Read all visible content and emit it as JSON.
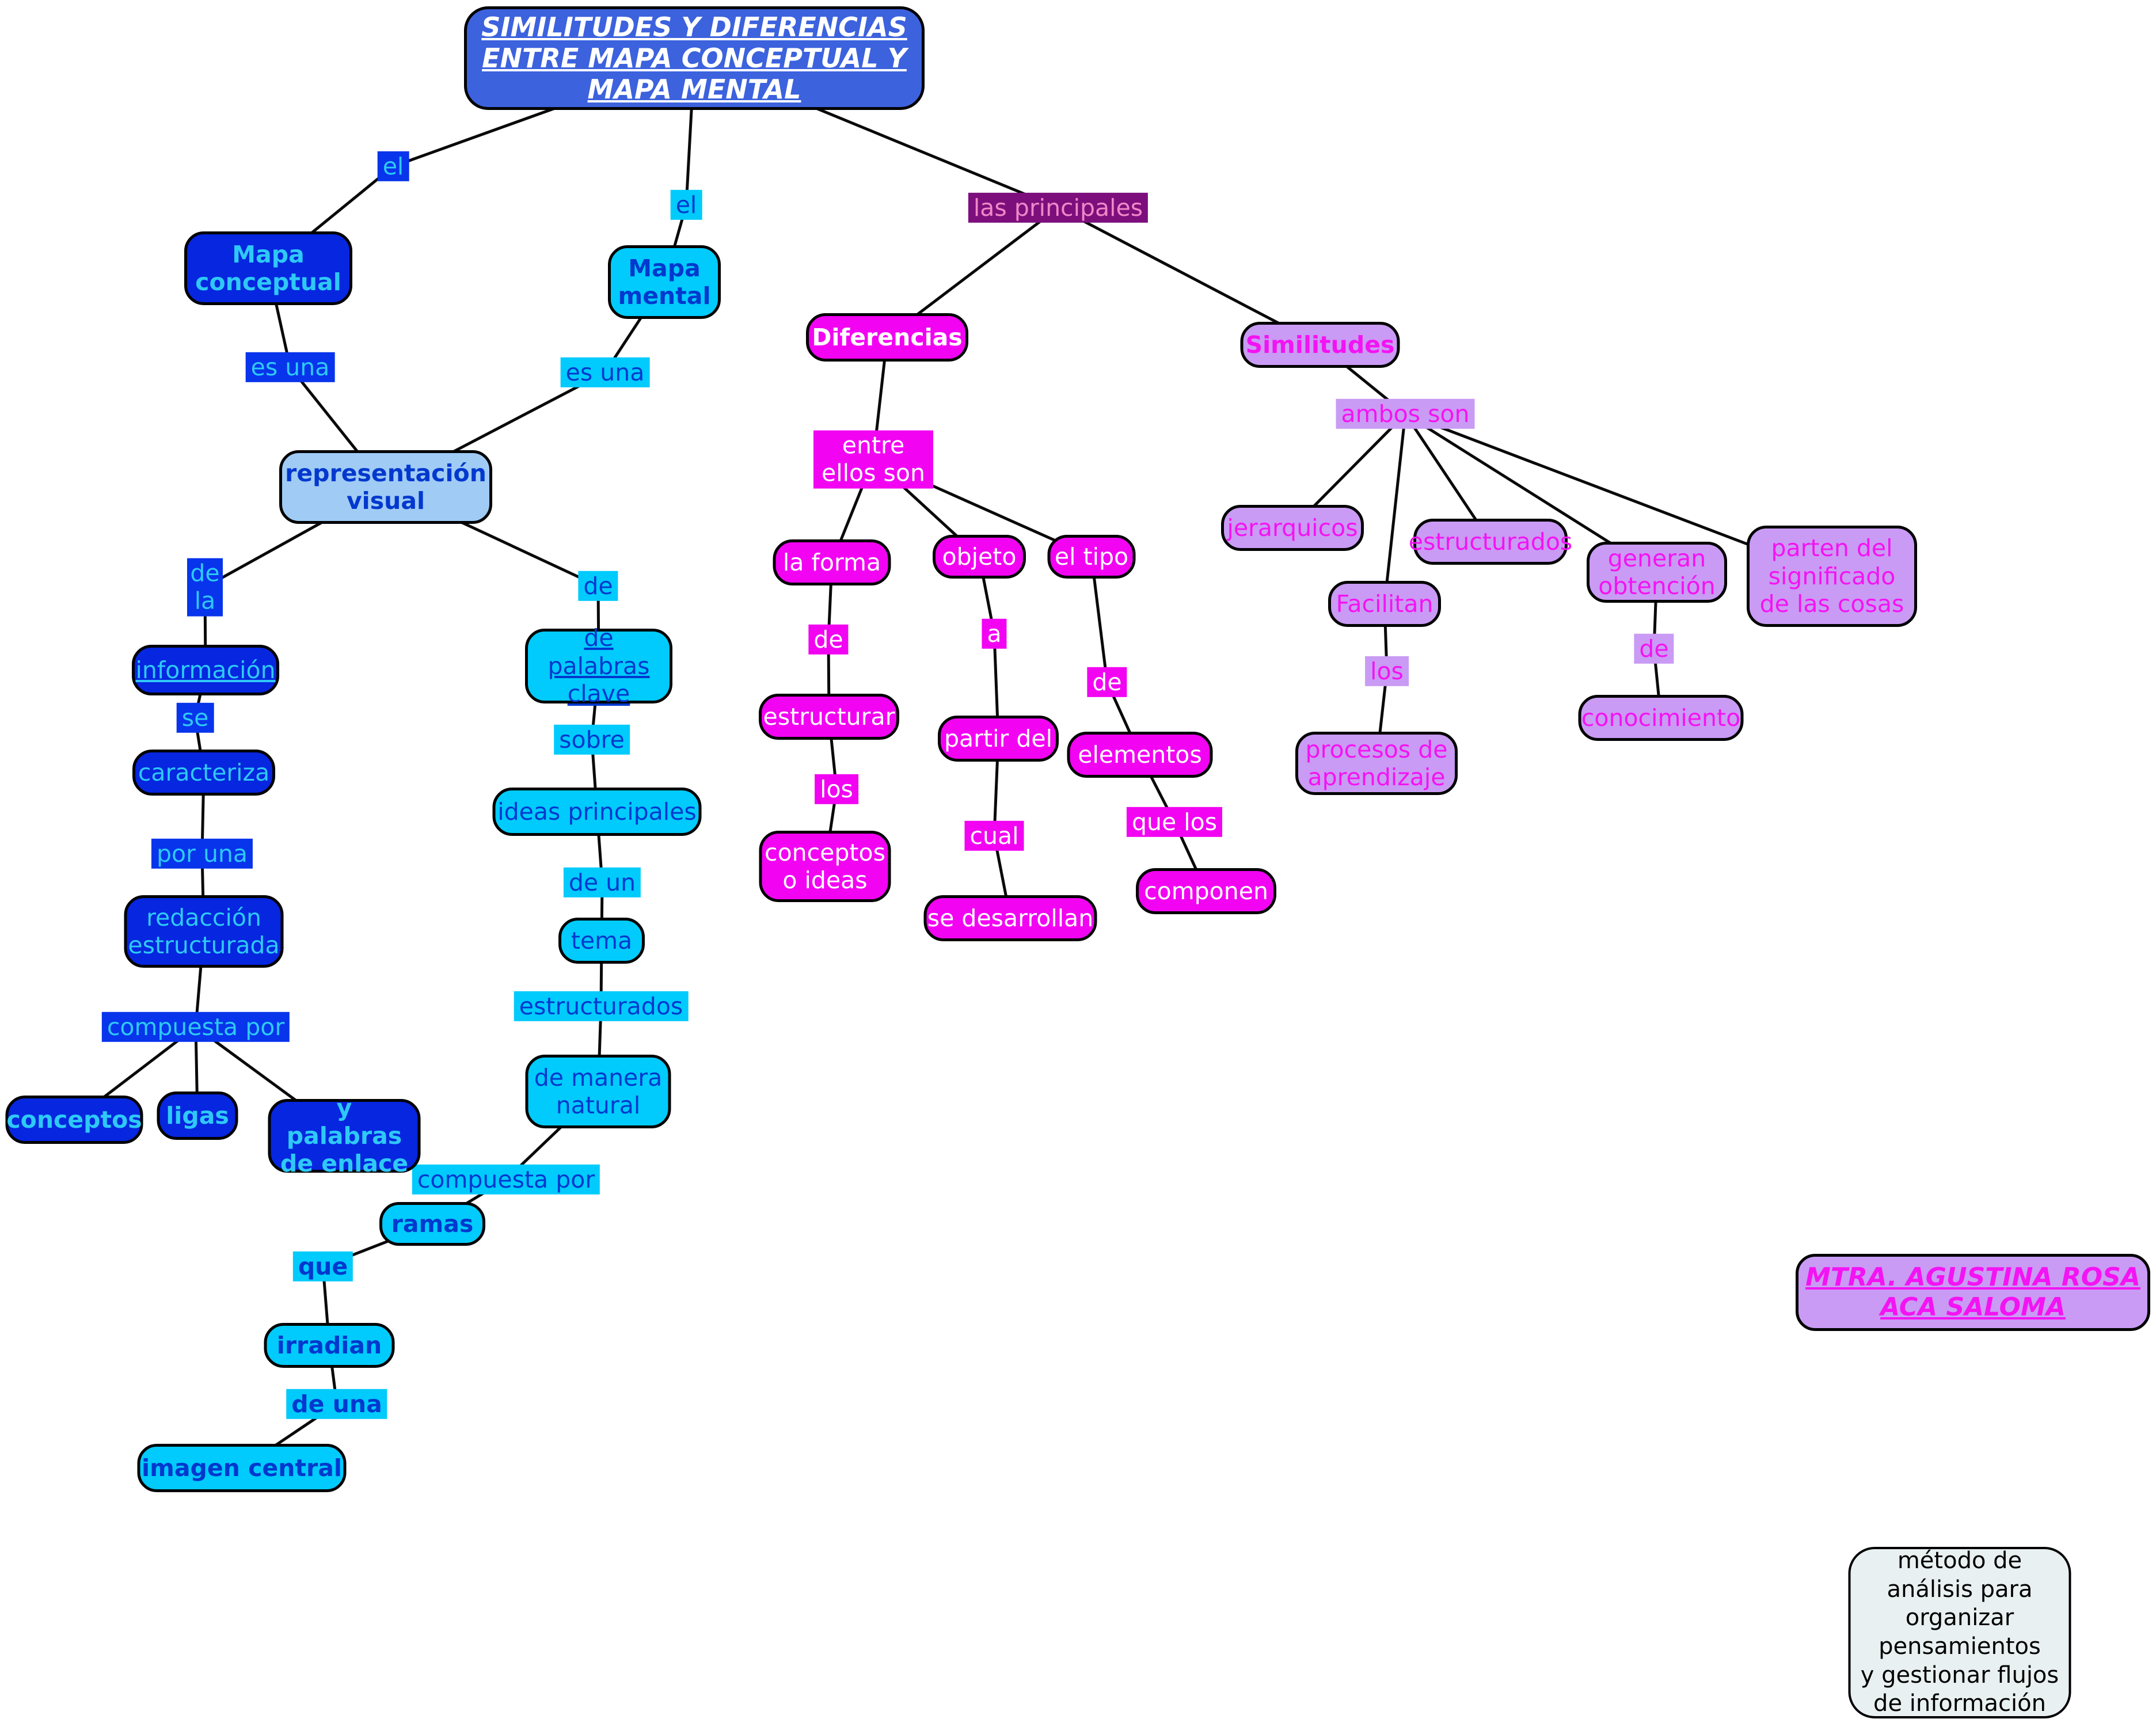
{
  "diagram": {
    "title_lines": [
      "SIMILITUDES Y DIFERENCIAS",
      "ENTRE MAPA CONCEPTUAL Y",
      "MAPA MENTAL"
    ],
    "author_lines": [
      "MTRA. AGUSTINA ROSA",
      "ACA SALOMA"
    ],
    "note_lines": [
      "método de",
      "análisis para",
      "organizar",
      "pensamientos",
      "y gestionar flujos",
      "de información"
    ],
    "nodes": {
      "el_left": "el",
      "el_right": "el",
      "las_principales": "las principales",
      "mapa_conceptual": "Mapa conceptual",
      "mapa_mental": "Mapa mental",
      "es_una_left": "es una",
      "es_una_right": "es una",
      "representacion_visual": "representación visual",
      "de_la": "de la",
      "informacion": "información",
      "se": "se",
      "caracteriza": "caracteriza",
      "por_una": "por una",
      "redaccion_estructurada": "redacción estructurada",
      "compuesta_por_left": "compuesta por",
      "conceptos": "conceptos",
      "ligas": "ligas",
      "y_palabras_de_enlace": "y palabras de enlace",
      "de_right": "de",
      "de_palabras_clave": "de palabras clave",
      "sobre": "sobre",
      "ideas_principales": "ideas principales",
      "de_un": "de un",
      "tema": "tema",
      "estructurados_link": "estructurados",
      "de_manera_natural": "de manera natural",
      "compuesta_por_right": "compuesta por",
      "ramas": "ramas",
      "que": "que",
      "irradian": "irradian",
      "de_una": "de una",
      "imagen_central": "imagen central",
      "diferencias": "Diferencias",
      "entre_ellos_son": "entre ellos son",
      "la_forma": "la forma",
      "de_diff": "de",
      "estructurar": "estructurar",
      "los_diff": "los",
      "conceptos_o_ideas": "conceptos o ideas",
      "objeto": "objeto",
      "a": "a",
      "partir_del": "partir del",
      "cual": "cual",
      "se_desarrollan": "se desarrollan",
      "el_tipo": "el tipo",
      "de_tipo": "de",
      "elementos": "elementos",
      "que_los": "que los",
      "componen": "componen",
      "similitudes": "Similitudes",
      "ambos_son": "ambos son",
      "jerarquicos": "jerarquicos",
      "estructurados_sim": "estructurados",
      "facilitan": "Facilitan",
      "generan_obtencion": "generan obtención",
      "parten_del_significado": "parten del significado de las cosas",
      "los_sim": "los",
      "procesos_de_aprendizaje": "procesos de aprendizaje",
      "de_sim": "de",
      "conocimiento": "conocimiento"
    },
    "colors": {
      "title_blue": "#3C62DD",
      "blue_box": "#0626DF",
      "blue_label": "#0834EB",
      "blue_text": "#2EC9F7",
      "cyan": "#00CBFC",
      "cyan_text": "#0238CE",
      "light_blue": "#9FCBF5",
      "magenta": "#F203F2",
      "dark_purple": "#7C0F7C",
      "dark_purple_text": "#F287C8",
      "violet": "#C99BF4",
      "violet_text": "#F313F3",
      "note_bg": "#E9F0F1",
      "line": "#0A0A0A"
    }
  }
}
